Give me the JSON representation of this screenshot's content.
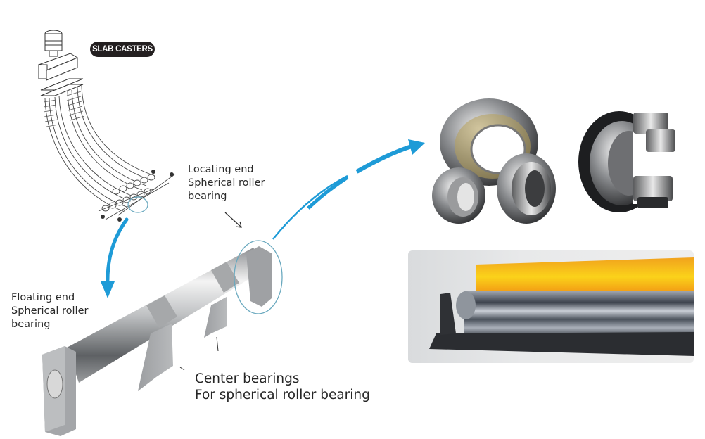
{
  "figure": {
    "badge": "SLAB CASTERS",
    "labels": {
      "locating_end": [
        "Locating end",
        "Spherical roller",
        "bearing"
      ],
      "floating_end": [
        "Floating end",
        "Spherical roller",
        "bearing"
      ],
      "center_bearings": [
        "Center bearings",
        "For spherical roller bearing"
      ]
    },
    "components": [
      {
        "name": "slab-caster-line-drawing",
        "description": "Curved slab caster segment line drawing"
      },
      {
        "name": "roll-line-assembly",
        "description": "Segmented roll with housings, floating end, center bearings, locating end"
      },
      {
        "name": "spherical-roller-bearings-photo",
        "description": "Spherical roller bearings and split bearing"
      },
      {
        "name": "hot-slab-on-roll-photo",
        "description": "Glowing orange slab resting on roll"
      }
    ],
    "arrows": [
      {
        "name": "caster-to-roll-arrow",
        "color": "#1e9bd7"
      },
      {
        "name": "locating-end-to-bearing-arrow",
        "color": "#1e9bd7"
      }
    ],
    "colors": {
      "accent_blue": "#1e9bd7",
      "callout_circle": "#6aa9bf",
      "slab_orange": "#f6a416",
      "badge_bg": "#231f20"
    }
  }
}
